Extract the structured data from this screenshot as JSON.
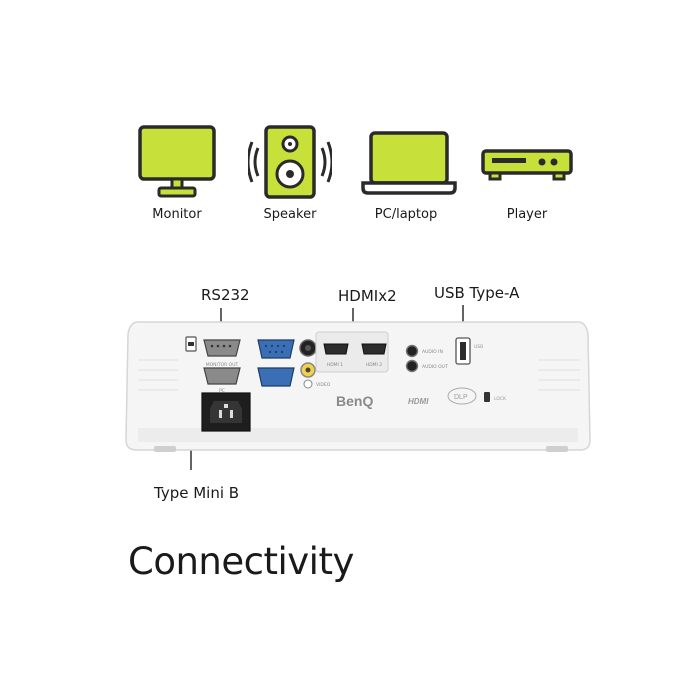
{
  "devices": [
    {
      "label": "Monitor"
    },
    {
      "label": "Speaker"
    },
    {
      "label": "PC/laptop"
    },
    {
      "label": "Player"
    }
  ],
  "ports": {
    "rs232": "RS232",
    "hdmi": "HDMIx2",
    "usb": "USB Type-A",
    "mini_b": "Type Mini B"
  },
  "projector": {
    "brand": "BenQ",
    "hdmi_logo": "HDMI",
    "dlp_logo": "DLP",
    "jack_labels": {
      "monitor_out": "MONITOR OUT",
      "pc": "PC",
      "hdmi1": "HDMI 1",
      "hdmi2": "HDMI 2",
      "audio_in": "AUDIO IN",
      "audio_out": "AUDIO OUT",
      "video": "VIDEO",
      "usb": "USB",
      "lock": "LOCK"
    }
  },
  "headline": "Connectivity",
  "colors": {
    "accent": "#c8e03a",
    "outline": "#2a2a2a",
    "vga_blue": "#3a6fb5",
    "body": "#f4f4f4"
  }
}
